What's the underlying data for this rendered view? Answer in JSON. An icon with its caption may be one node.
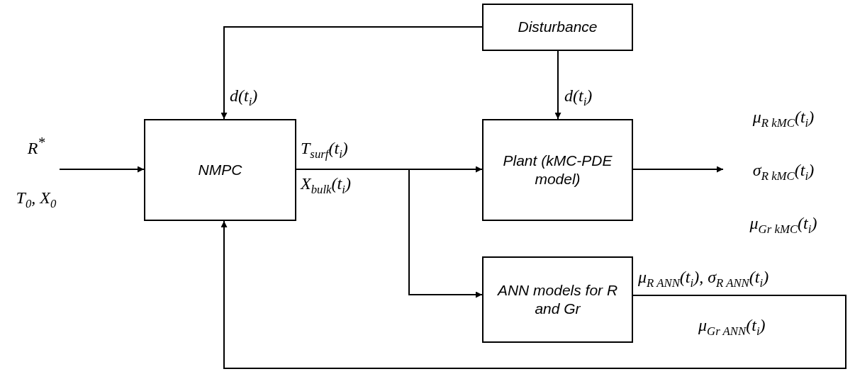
{
  "diagram": {
    "nodes": [
      {
        "text": [
          "Disturbance"
        ]
      },
      {
        "text": [
          "NMPC"
        ]
      },
      {
        "text": [
          "Plant (kMC-PDE model)"
        ]
      },
      {
        "text": [
          "ANN models for R and Gr"
        ]
      },
      {
        "text": [
          "R$^{*}$",
          "T$_{0}$, X$_{0}$"
        ]
      },
      {
        "text": [
          "μ$_{R kMC}$(t$_{i}$)",
          "σ$_{R kMC}$(t$_{i}$)",
          "μ$_{Gr kMC}$(t$_{i}$)"
        ]
      }
    ],
    "edges": [
      {
        "from": 0,
        "to": 1,
        "arrow": "to",
        "label": "d(t$_{i}$)"
      },
      {
        "from": 0,
        "to": 2,
        "arrow": "to",
        "label": "d(t$_{i}$)"
      },
      {
        "from": 4,
        "to": 1,
        "arrow": "to"
      },
      {
        "from": 1,
        "to": 2,
        "arrow": "to"
      },
      {
        "from": 1,
        "to": 3,
        "arrow": "to"
      },
      {
        "from": 2,
        "to": 5,
        "arrow": "to"
      },
      {
        "from": 3,
        "to": 1,
        "arrow": "to"
      }
    ],
    "labels": [
      "T$_{surf}$(t$_{i}$)",
      "X$_{bulk}$(t$_{i}$)",
      "μ$_{R ANN}$(t$_{i}$), σ$_{R ANN}$(t$_{i}$)",
      "μ$_{Gr ANN}$(t$_{i}$)"
    ]
  }
}
